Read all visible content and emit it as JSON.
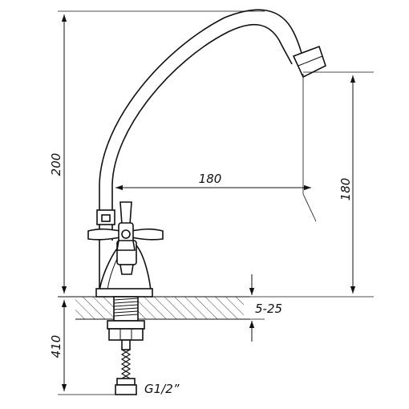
{
  "diagram": {
    "dimensions": {
      "total_height": "200",
      "reach": "180",
      "spout_height": "180",
      "counter_thickness": "5-25",
      "shank_length": "410",
      "thread": "G1/2”"
    }
  }
}
